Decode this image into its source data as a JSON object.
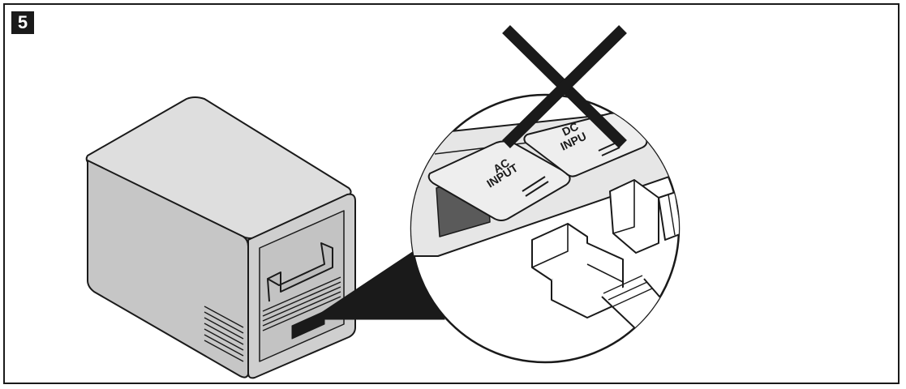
{
  "step": {
    "number": "5"
  },
  "ports": {
    "ac": {
      "line1": "AC",
      "line2": "INPUT"
    },
    "dc": {
      "line1": "DC",
      "line2": "INPU"
    }
  },
  "colors": {
    "ink": "#1a1a1a",
    "device_body": "#c9c9c9",
    "device_top": "#dcdcdc",
    "background": "#ffffff"
  },
  "icons": [
    "prohibited-x-icon"
  ]
}
